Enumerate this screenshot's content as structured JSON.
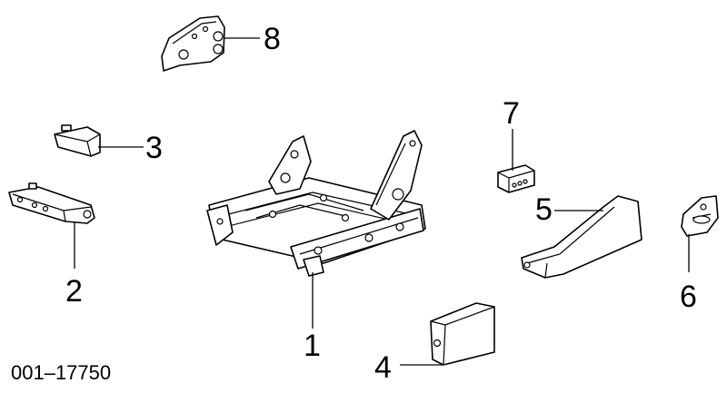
{
  "diagram": {
    "parts": [
      {
        "id": "1",
        "callout": "1"
      },
      {
        "id": "2",
        "callout": "2"
      },
      {
        "id": "3",
        "callout": "3"
      },
      {
        "id": "4",
        "callout": "4"
      },
      {
        "id": "5",
        "callout": "5"
      },
      {
        "id": "6",
        "callout": "6"
      },
      {
        "id": "7",
        "callout": "7"
      },
      {
        "id": "8",
        "callout": "8"
      }
    ],
    "reference_code": "001–17750"
  }
}
